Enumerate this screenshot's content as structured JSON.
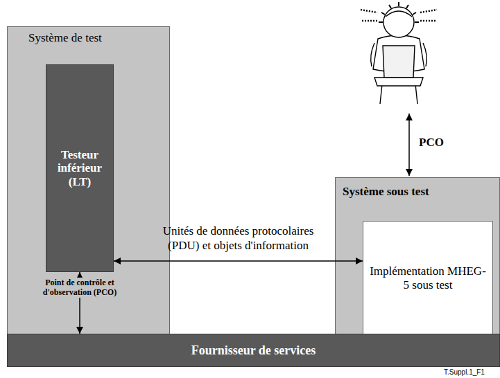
{
  "diagram": {
    "nodes": [
      {
        "text": [
          "Système de test"
        ]
      },
      {
        "text": [
          "Testeur inférieur (LT)"
        ],
        "in": 0
      },
      {
        "text": [
          "Système sous test"
        ]
      },
      {
        "text": [
          "Implémentation MHEG-5 sous test"
        ],
        "in": 2
      },
      {
        "text": [
          "Fournisseur de services"
        ]
      }
    ],
    "edges": [
      {
        "from": 1,
        "to": 3,
        "arrow": "both",
        "label": "Unités de données protocolaires (PDU) et objets d'information"
      },
      {
        "from": 1,
        "to": 4,
        "arrow": "both",
        "label": "Point de contrôle et d'observation (PCO)"
      }
    ],
    "labels": [
      "PCO",
      "T.Suppl.1_F1"
    ]
  }
}
